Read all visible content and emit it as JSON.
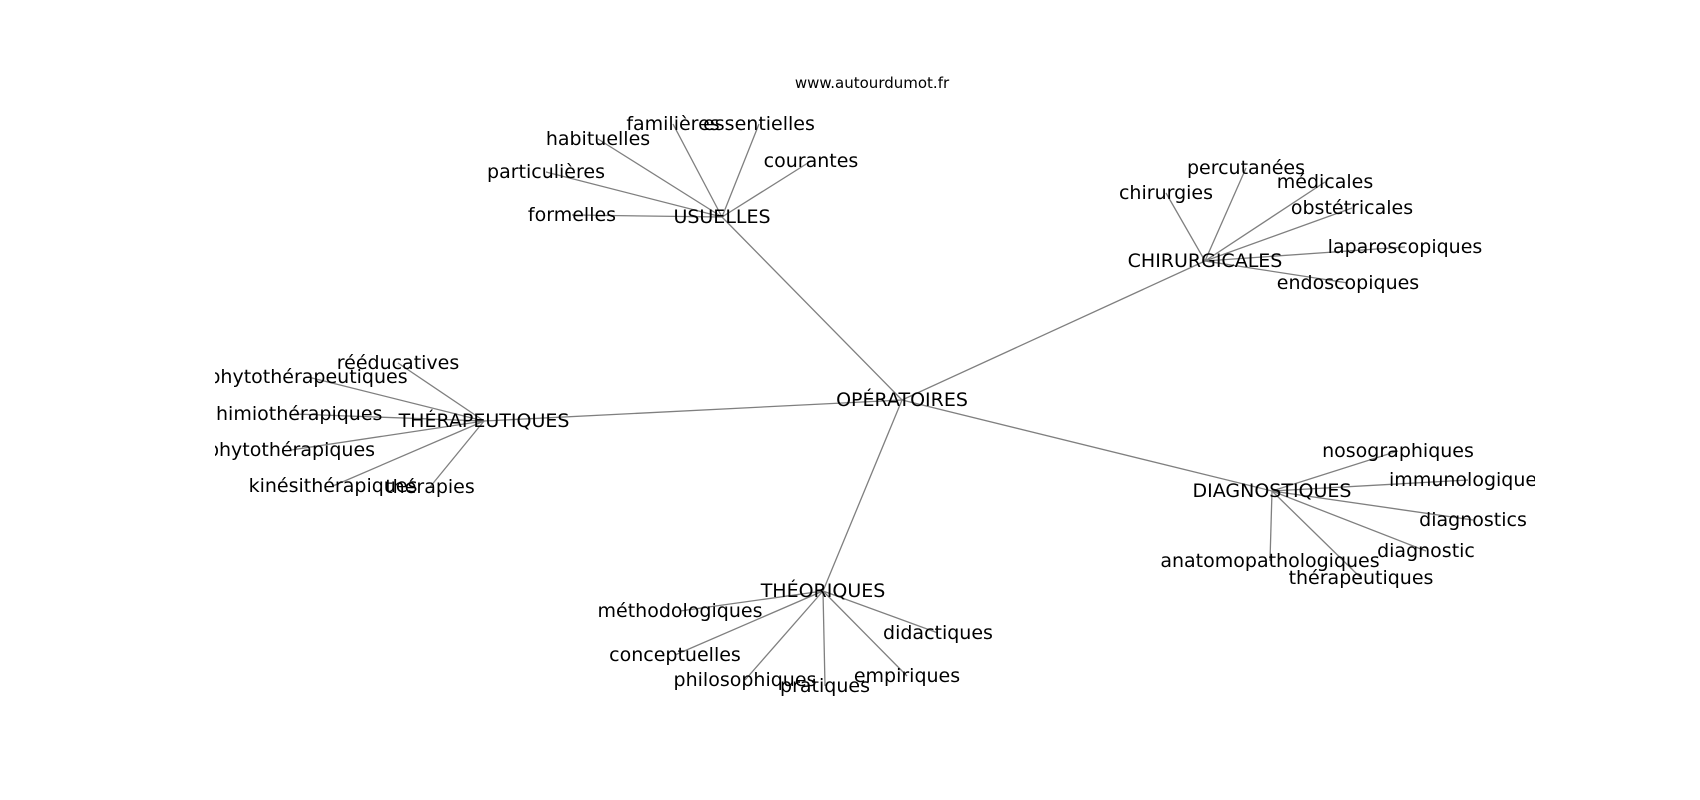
{
  "source": "www.autourdumot.fr",
  "graph": {
    "center": "OPÉRATOIRES",
    "branches": [
      {
        "id": "usuelles",
        "label": "USUELLES",
        "leaves": [
          "familières",
          "essentielles",
          "habituelles",
          "courantes",
          "particulières",
          "formelles"
        ]
      },
      {
        "id": "chirurgicales",
        "label": "CHIRURGICALES",
        "leaves": [
          "percutanées",
          "chirurgies",
          "médicales",
          "obstétricales",
          "laparoscopiques",
          "endoscopiques"
        ]
      },
      {
        "id": "therapeutiques",
        "label": "THÉRAPEUTIQUES",
        "leaves": [
          "rééducatives",
          "phytothérapeutiques",
          "chimiothérapiques",
          "phytothérapiques",
          "kinésithérapiques",
          "thérapies"
        ]
      },
      {
        "id": "diagnostiques",
        "label": "DIAGNOSTIQUES",
        "leaves": [
          "nosographiques",
          "immunologiques",
          "diagnostics",
          "diagnostic",
          "anatomopathologiques",
          "thérapeutiques"
        ]
      },
      {
        "id": "theoriques",
        "label": "THÉORIQUES",
        "leaves": [
          "méthodologiques",
          "didactiques",
          "conceptuelles",
          "empiriques",
          "philosophiques",
          "pratiques"
        ]
      }
    ]
  }
}
